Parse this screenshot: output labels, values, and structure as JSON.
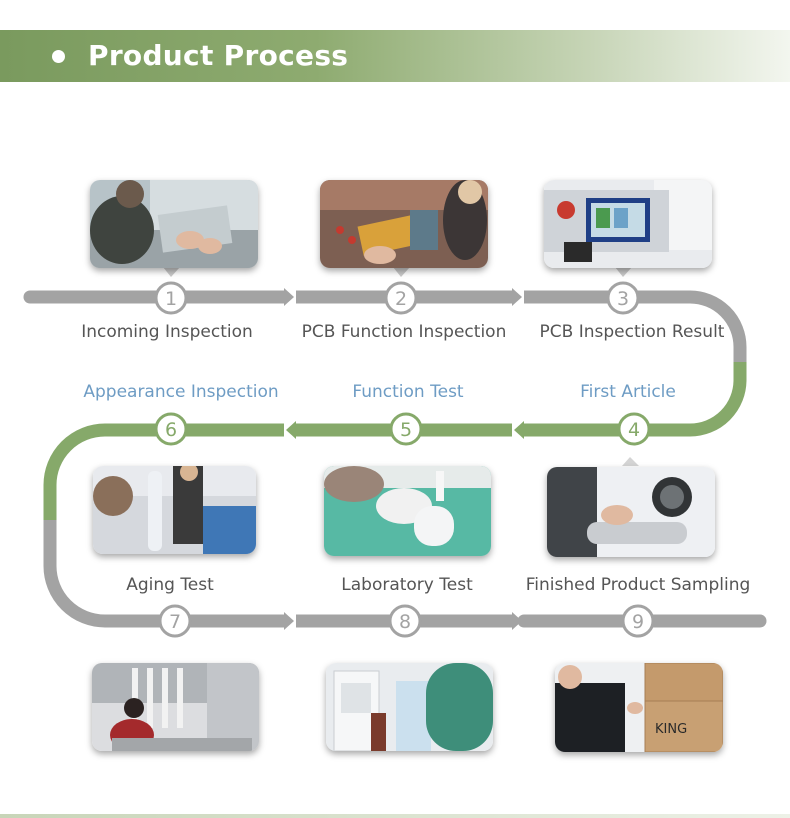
{
  "header": {
    "title": "Product Process"
  },
  "colors": {
    "gray_track": "#a3a3a3",
    "green_track": "#86a96a",
    "blue_label": "#6e9cc4",
    "gray_label": "#555555"
  },
  "steps": [
    {
      "number": "1",
      "label": "Incoming Inspection"
    },
    {
      "number": "2",
      "label": "PCB Function Inspection"
    },
    {
      "number": "3",
      "label": "PCB Inspection Result"
    },
    {
      "number": "4",
      "label": "First Article"
    },
    {
      "number": "5",
      "label": "Function Test"
    },
    {
      "number": "6",
      "label": "Appearance Inspection"
    },
    {
      "number": "7",
      "label": "Aging Test"
    },
    {
      "number": "8",
      "label": "Laboratory Test"
    },
    {
      "number": "9",
      "label": "Finished Product Sampling"
    }
  ],
  "photos": {
    "p9_box_text": "KING"
  }
}
